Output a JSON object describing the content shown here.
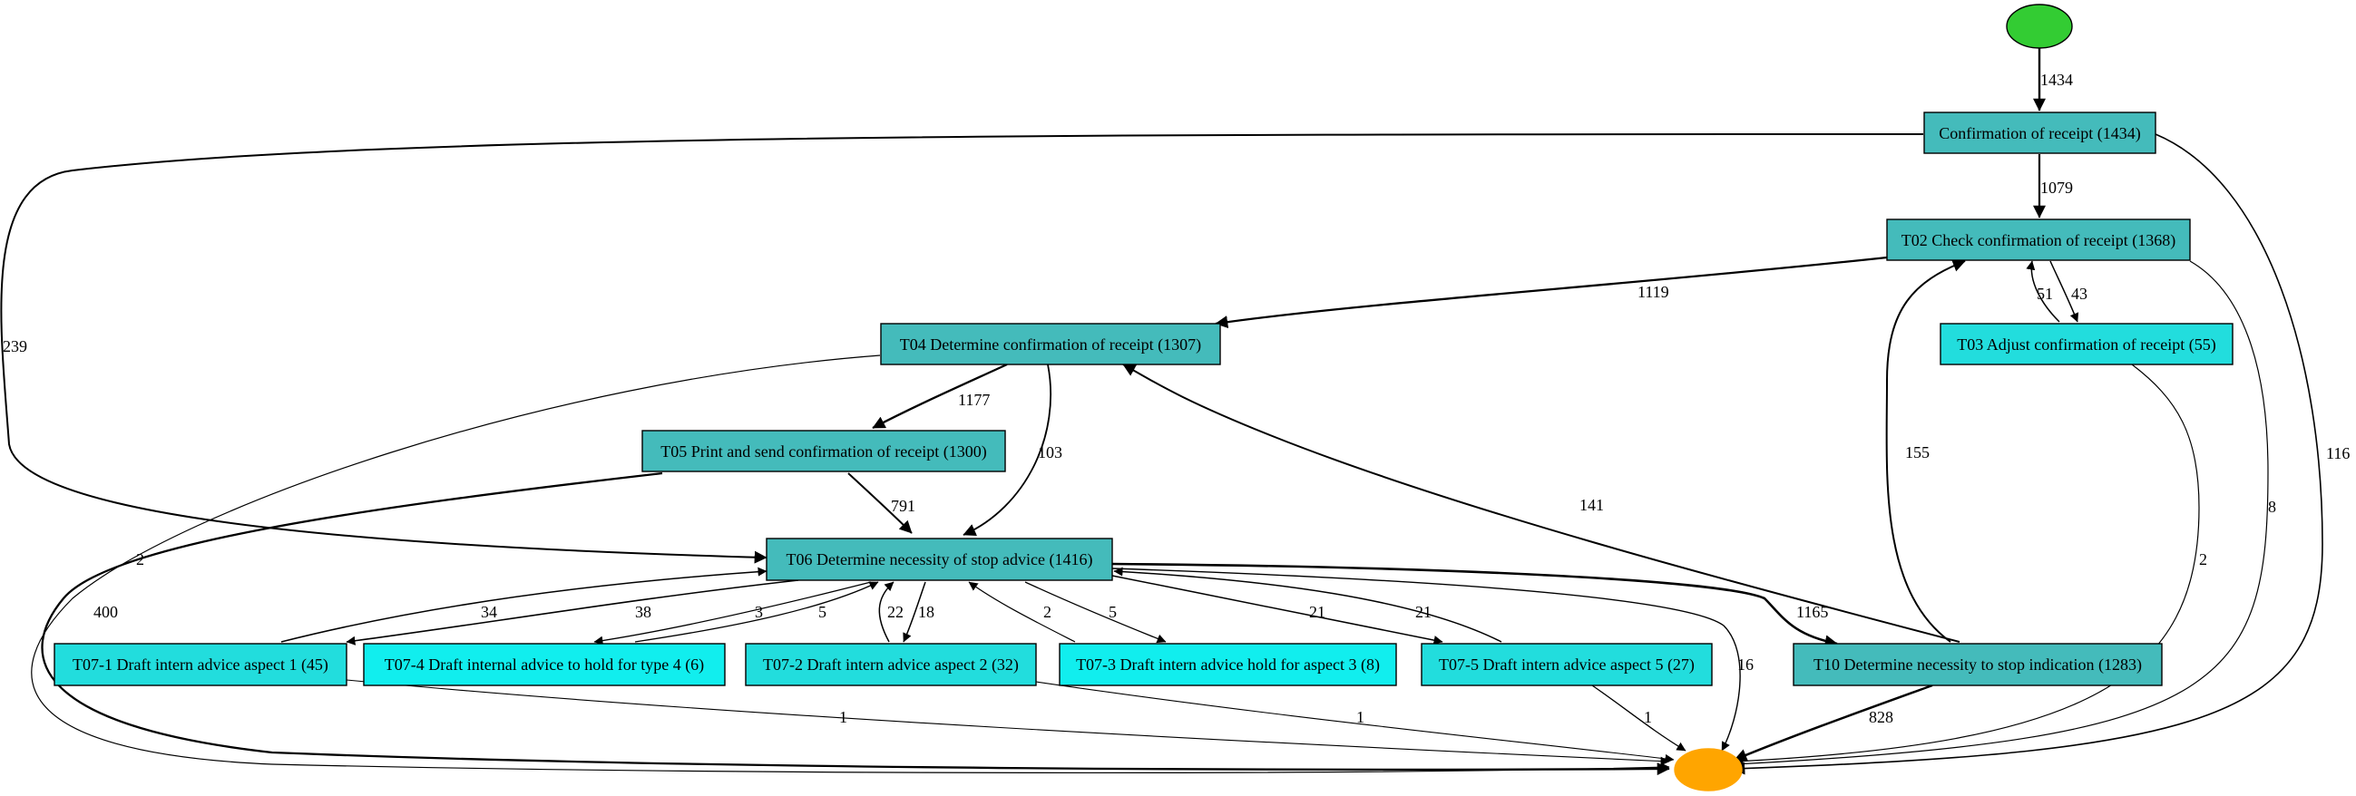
{
  "colors": {
    "background": "#ffffff",
    "start": "#33cc33",
    "end": "#ffa500",
    "dark_activity": "#44bbbb",
    "light_activity": "#22dddd",
    "bright_activity": "#11eeee",
    "edge": "#000000"
  },
  "nodes": {
    "start": {
      "label": ""
    },
    "end": {
      "label": ""
    },
    "conf": {
      "label": "Confirmation of receipt (1434)"
    },
    "t02": {
      "label": "T02 Check confirmation of receipt (1368)"
    },
    "t03": {
      "label": "T03 Adjust confirmation of receipt (55)"
    },
    "t04": {
      "label": "T04 Determine confirmation of receipt (1307)"
    },
    "t05": {
      "label": "T05 Print and send confirmation of receipt (1300)"
    },
    "t06": {
      "label": "T06 Determine necessity of stop advice (1416)"
    },
    "t071": {
      "label": "T07-1 Draft intern advice aspect 1 (45)"
    },
    "t074": {
      "label": "T07-4 Draft internal advice to hold for type 4 (6)"
    },
    "t072": {
      "label": "T07-2 Draft intern advice aspect 2 (32)"
    },
    "t073": {
      "label": "T07-3 Draft intern advice hold for aspect 3 (8)"
    },
    "t075": {
      "label": "T07-5 Draft intern advice aspect 5 (27)"
    },
    "t10": {
      "label": "T10 Determine necessity to stop indication (1283)"
    }
  },
  "edges": [
    {
      "id": "start_conf",
      "from": "start",
      "to": "conf",
      "label": "1434"
    },
    {
      "id": "conf_t02",
      "from": "conf",
      "to": "t02",
      "label": "1079"
    },
    {
      "id": "conf_t06",
      "from": "conf",
      "to": "t06",
      "label": "239"
    },
    {
      "id": "conf_end",
      "from": "conf",
      "to": "end",
      "label": "116"
    },
    {
      "id": "t02_t04",
      "from": "t02",
      "to": "t04",
      "label": "1119"
    },
    {
      "id": "t02_t03",
      "from": "t02",
      "to": "t03",
      "label": "43"
    },
    {
      "id": "t03_t02",
      "from": "t03",
      "to": "t02",
      "label": "51"
    },
    {
      "id": "t02_end",
      "from": "t02",
      "to": "end",
      "label": "8"
    },
    {
      "id": "t03_end",
      "from": "t03",
      "to": "end",
      "label": "2"
    },
    {
      "id": "t04_t05",
      "from": "t04",
      "to": "t05",
      "label": "1177"
    },
    {
      "id": "t04_t06",
      "from": "t04",
      "to": "t06",
      "label": "103"
    },
    {
      "id": "t04_end",
      "from": "t04",
      "to": "end",
      "label": "2"
    },
    {
      "id": "t05_t06",
      "from": "t05",
      "to": "t06",
      "label": "791"
    },
    {
      "id": "t05_end",
      "from": "t05",
      "to": "end",
      "label": "400"
    },
    {
      "id": "t10_t04",
      "from": "t10",
      "to": "t04",
      "label": "141"
    },
    {
      "id": "t10_t02",
      "from": "t10",
      "to": "t02",
      "label": "155"
    },
    {
      "id": "t06_t10",
      "from": "t06",
      "to": "t10",
      "label": "1165"
    },
    {
      "id": "t10_end",
      "from": "t10",
      "to": "end",
      "label": "828"
    },
    {
      "id": "t06_end",
      "from": "t06",
      "to": "end",
      "label": "16"
    },
    {
      "id": "t071_t06",
      "from": "t071",
      "to": "t06",
      "label": "34"
    },
    {
      "id": "t06_t071",
      "from": "t06",
      "to": "t071",
      "label": "38"
    },
    {
      "id": "t06_t074",
      "from": "t06",
      "to": "t074",
      "label": "3"
    },
    {
      "id": "t074_t06",
      "from": "t074",
      "to": "t06",
      "label": "5"
    },
    {
      "id": "t072_t06",
      "from": "t072",
      "to": "t06",
      "label": "22"
    },
    {
      "id": "t06_t072",
      "from": "t06",
      "to": "t072",
      "label": "18"
    },
    {
      "id": "t073_t06",
      "from": "t073",
      "to": "t06",
      "label": "2"
    },
    {
      "id": "t06_t073",
      "from": "t06",
      "to": "t073",
      "label": "5"
    },
    {
      "id": "t06_t075",
      "from": "t06",
      "to": "t075",
      "label": "21"
    },
    {
      "id": "t075_t06",
      "from": "t075",
      "to": "t06",
      "label": "21"
    },
    {
      "id": "t071_end",
      "from": "t071",
      "to": "end",
      "label": "1"
    },
    {
      "id": "t072_end",
      "from": "t072",
      "to": "end",
      "label": "1"
    },
    {
      "id": "t075_end",
      "from": "t075",
      "to": "end",
      "label": "1"
    }
  ]
}
